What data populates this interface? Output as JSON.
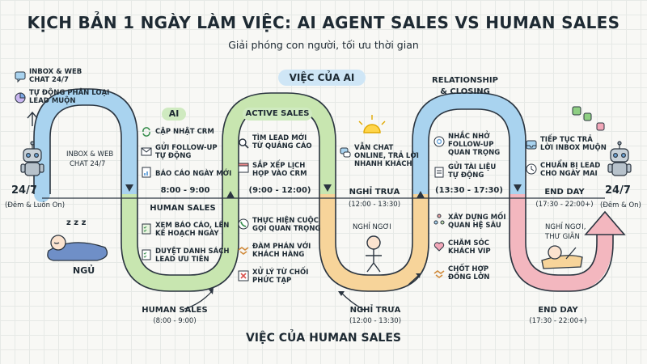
{
  "title": "KỊCH BẢN 1 NGÀY LÀM VIỆC: AI AGENT SALES VS HUMAN SALES",
  "subtitle": "Giải phóng con người, tối ưu thời gian",
  "ai_section": "VIỆC CỦA AI",
  "human_section": "VIỆC CỦA HUMAN SALES",
  "left_anchor": {
    "title": "24/7",
    "sub": "(Đêm & Luôn On)"
  },
  "right_anchor": {
    "title": "24/7",
    "sub": "(Đêm & On)"
  },
  "left_ai_tasks": {
    "inbox": "INBOX & WEB CHAT 24/7",
    "inbox_top_l1": "INBOX & WEB",
    "inbox_top_l2": "CHAT 24/7",
    "classify_l1": "TỰ ĐỘNG PHÂN LOẠI",
    "classify_l2": "LEAD MUỘN",
    "inbox_mid_l1": "INBOX & WEB",
    "inbox_mid_l2": "CHAT 24/7"
  },
  "sleep": {
    "label": "NGỦ",
    "zzz": "z z z"
  },
  "block1": {
    "ai_tag": "AI",
    "ai_tasks": [
      "CẬP NHẬT CRM",
      "GỬI FOLLOW-UP",
      "TỰ ĐỘNG",
      "BÁO CÁO NGÀY MỚI"
    ],
    "ai_time": "8:00 - 9:00",
    "human_head": "HUMAN SALES",
    "human_tasks": [
      "XEM BÁO CÁO, LÊN",
      "KẾ HOẠCH NGÀY",
      "DUYỆT DANH SÁCH",
      "LEAD ƯU TIÊN"
    ],
    "bottom_head": "HUMAN SALES",
    "bottom_time": "(8:00 - 9:00)"
  },
  "block2": {
    "ai_tag": "ACTIVE SALES",
    "ai_tasks": [
      "TÌM LEAD MỚI",
      "TỪ QUẢNG CÁO",
      "SẮP XẾP LỊCH",
      "HỌP VÀO CRM"
    ],
    "ai_time": "(9:00 - 12:00)",
    "human_tasks": [
      "THỰC HIỆN CUỘC",
      "GỌI QUAN TRỌNG",
      "ĐÀM PHÁN VỚI",
      "KHÁCH HÀNG",
      "XỬ LÝ TỪ CHỐI",
      "PHỨC TẠP"
    ]
  },
  "block3": {
    "ai_tasks": [
      "VẪN CHAT",
      "ONLINE, TRẢ LỜI",
      "NHANH KHÁCH"
    ],
    "mid_head": "NGHỈ TRƯA",
    "mid_time": "(12:00 - 13:30)",
    "human_task": "NGHỈ NGƠI",
    "bottom_head": "NGHỈ TRƯA",
    "bottom_time": "(12:00 - 13:30)"
  },
  "block4": {
    "ai_tag_l1": "RELATIONSHIP",
    "ai_tag_l2": "& CLOSING",
    "ai_tasks": [
      "NHẮC NHỞ",
      "FOLLOW-UP",
      "QUAN TRỌNG",
      "GỬI TÀI LIỆU",
      "TỰ ĐỘNG"
    ],
    "ai_time": "(13:30 - 17:30)",
    "human_tasks": [
      "XÂY DỰNG MỐI",
      "QUAN HỆ SÂU",
      "CHĂM SÓC",
      "KHÁCH VIP",
      "CHỐT HỢP",
      "ĐỒNG LỚN"
    ]
  },
  "block5": {
    "ai_tasks": [
      "TIẾP TỤC TRẢ",
      "LỜI INBOX MUỘN",
      "CHUẨN BỊ LEAD",
      "CHO NGÀY MAI"
    ],
    "mid_head": "END DAY",
    "mid_time": "(17:30 - 22:00+)",
    "human_tasks": [
      "NGHỈ NGƠI,",
      "THƯ GIÃN"
    ],
    "bottom_head": "END DAY",
    "bottom_time": "(17:30 - 22:00+)"
  },
  "colors": {
    "ai_blue": "#a9d3ef",
    "human_green": "#c8e6b0",
    "lunch_orange": "#f7d49a",
    "end_pink": "#f3b7bf",
    "line": "#2b3540"
  }
}
